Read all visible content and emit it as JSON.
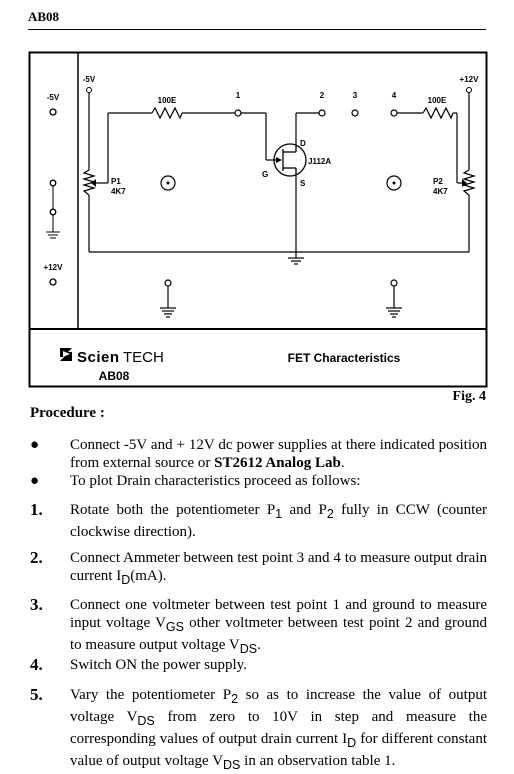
{
  "header": {
    "code": "AB08"
  },
  "diagram": {
    "left_labels": {
      "neg5v": "-5V",
      "pos12v": "+12V"
    },
    "supply_neg": "-5V",
    "supply_pos": "+12V",
    "r1": "100E",
    "r2": "100E",
    "tp1": "1",
    "tp2": "2",
    "tp3": "3",
    "tp4": "4",
    "drain": "D",
    "gate": "G",
    "source": "S",
    "fet": "J112A",
    "p1": "P1",
    "p1_val": "4K7",
    "p2": "P2",
    "p2_val": "4K7"
  },
  "footer": {
    "brand_bold": "Scien",
    "brand_light": "TECH",
    "code": "AB08",
    "title": "FET Characteristics"
  },
  "fig_label": "Fig. 4",
  "procedure_heading": "Procedure :",
  "steps": {
    "b1_a": "Connect -5V and + 12V dc power supplies at there indicated position from external source or ",
    "b1_b": "ST2612 Analog Lab",
    "b1_c": ".",
    "b2": "To plot Drain characteristics proceed as follows:",
    "s1_num": "1.",
    "s1_a": "Rotate both the potentiometer P",
    "s1_sub1": "1",
    "s1_b": " and P",
    "s1_sub2": "2",
    "s1_c": " fully in CCW (counter clockwise direction).",
    "s2_num": "2.",
    "s2_a": "Connect Ammeter between test point 3 and 4 to measure output drain current I",
    "s2_sub": "D",
    "s2_b": "(mA).",
    "s3_num": "3.",
    "s3_a": "Connect one voltmeter between test point 1 and ground to measure input voltage V",
    "s3_sub1": "GS",
    "s3_b": " other voltmeter between test point 2 and ground to measure output voltage V",
    "s3_sub2": "DS",
    "s3_c": ".",
    "s4_num": "4.",
    "s4": "Switch ON the power supply.",
    "s5_num": "5.",
    "s5_a": "Vary the potentiometer P",
    "s5_sub1": "2",
    "s5_b": " so as to increase the value of output voltage V",
    "s5_sub2": "DS",
    "s5_c": " from zero to 10V in step and measure the corresponding values of output drain current I",
    "s5_sub3": "D",
    "s5_d": " for different constant value of output voltage V",
    "s5_sub4": "DS",
    "s5_e": " in an observation table 1."
  }
}
